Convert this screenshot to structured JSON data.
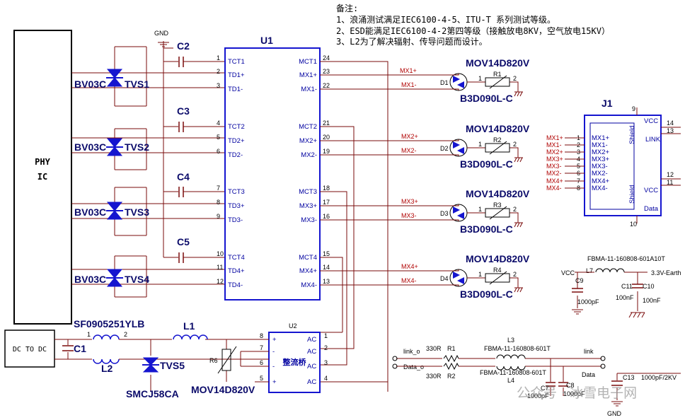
{
  "notes": {
    "title": "备注:",
    "lines": [
      "1、浪涌测试满足IEC6100-4-5、ITU-T 系列测试等级。",
      "2、ESD能满足IEC6100-4-2第四等级（接触放电8KV，空气放电15KV）",
      "3、L2为了解决辐射、传导问题而设计。"
    ]
  },
  "phy": {
    "line1": "PHY",
    "line2": "IC"
  },
  "dcdc": {
    "label": "DC TO DC"
  },
  "u1": {
    "ref": "U1",
    "left_pins": [
      {
        "num": "1",
        "name": "TCT1"
      },
      {
        "num": "2",
        "name": "TD1+"
      },
      {
        "num": "3",
        "name": "TD1-"
      },
      {
        "num": "4",
        "name": "TCT2"
      },
      {
        "num": "5",
        "name": "TD2+"
      },
      {
        "num": "6",
        "name": "TD2-"
      },
      {
        "num": "7",
        "name": "TCT3"
      },
      {
        "num": "8",
        "name": "TD3+"
      },
      {
        "num": "9",
        "name": "TD3-"
      },
      {
        "num": "10",
        "name": "TCT4"
      },
      {
        "num": "11",
        "name": "TD4+"
      },
      {
        "num": "12",
        "name": "TD4-"
      }
    ],
    "right_pins": [
      {
        "num": "24",
        "name": "MCT1"
      },
      {
        "num": "23",
        "name": "MX1+"
      },
      {
        "num": "22",
        "name": "MX1-"
      },
      {
        "num": "21",
        "name": "MCT2"
      },
      {
        "num": "20",
        "name": "MX2+"
      },
      {
        "num": "19",
        "name": "MX2-"
      },
      {
        "num": "18",
        "name": "MCT3"
      },
      {
        "num": "17",
        "name": "MX3+"
      },
      {
        "num": "16",
        "name": "MX3-"
      },
      {
        "num": "15",
        "name": "MCT4"
      },
      {
        "num": "14",
        "name": "MX4+"
      },
      {
        "num": "13",
        "name": "MX4-"
      }
    ]
  },
  "u2": {
    "ref": "U2",
    "name": "整流桥",
    "left_pins": [
      "8",
      "7",
      "6",
      "5"
    ],
    "right_pins": [
      "1",
      "2",
      "3",
      "4"
    ],
    "plus": "+",
    "minus": "-",
    "ac": "AC"
  },
  "j1": {
    "ref": "J1",
    "pins": [
      {
        "num": "1",
        "name": "MX1+"
      },
      {
        "num": "2",
        "name": "MX1-"
      },
      {
        "num": "3",
        "name": "MX2+"
      },
      {
        "num": "4",
        "name": "MX3+"
      },
      {
        "num": "5",
        "name": "MX3-"
      },
      {
        "num": "6",
        "name": "MX2-"
      },
      {
        "num": "7",
        "name": "MX4+"
      },
      {
        "num": "8",
        "name": "MX4-"
      }
    ],
    "shield": "Shield",
    "vcc": "VCC",
    "link": "LINK",
    "data": "Data",
    "side_pins": [
      "14",
      "13",
      "12",
      "11"
    ],
    "top_pin": "9",
    "bottom_pin": "10"
  },
  "tvs": [
    {
      "part": "BV03C",
      "ref": "TVS1"
    },
    {
      "part": "BV03C",
      "ref": "TVS2"
    },
    {
      "part": "BV03C",
      "ref": "TVS3"
    },
    {
      "part": "BV03C",
      "ref": "TVS4"
    }
  ],
  "caps_left": [
    "C2",
    "C3",
    "C4",
    "C5"
  ],
  "gnd": "GND",
  "surge": [
    {
      "ref": "D1",
      "r": "R1",
      "net_p": "MX1+",
      "net_n": "MX1-"
    },
    {
      "ref": "D2",
      "r": "R2",
      "net_p": "MX2+",
      "net_n": "MX2-"
    },
    {
      "ref": "D3",
      "r": "R3",
      "net_p": "MX3+",
      "net_n": "MX3-"
    },
    {
      "ref": "D4",
      "r": "R4",
      "net_p": "MX4+",
      "net_n": "MX4-"
    }
  ],
  "mov_part": "MOV14D820V",
  "gdt_part": "B3D090L-C",
  "pin1": "1",
  "pin2": "2",
  "power": {
    "choke": "SF0905251YLB",
    "l1": "L1",
    "l2": "L2",
    "c1": "C1",
    "tvs5": "TVS5",
    "tvs5_part": "SMCJ58CA",
    "r6": "R6",
    "mov": "MOV14D820V"
  },
  "vcc_filter": {
    "vcc": "VCC",
    "l7": "L7",
    "part": "FBMA-11-160808-601A10T",
    "out": "3.3V-Earth",
    "c9": "C9",
    "c9v": "1000pF",
    "c11": "C11",
    "c11v": "100nF",
    "c10": "C10",
    "c10v": "100nF"
  },
  "led_filter": {
    "link_o": "link_o",
    "data_o": "Data_o",
    "r1": "R1",
    "r1v": "330R",
    "r2": "R2",
    "r2v": "330R",
    "l3": "L3",
    "l3p": "FBMA-11-160808-601T",
    "l4": "L4",
    "l4p": "FBMA-11-160808-601T",
    "c7": "C7",
    "c7v": "1000pF",
    "c8": "C8",
    "c8v": "1000pF",
    "link": "link",
    "data": "Data"
  },
  "c13": {
    "ref": "C13",
    "val": "1000pF/2KV",
    "gnd": "GND"
  },
  "watermark": "公众号 · 冰雪电子网"
}
